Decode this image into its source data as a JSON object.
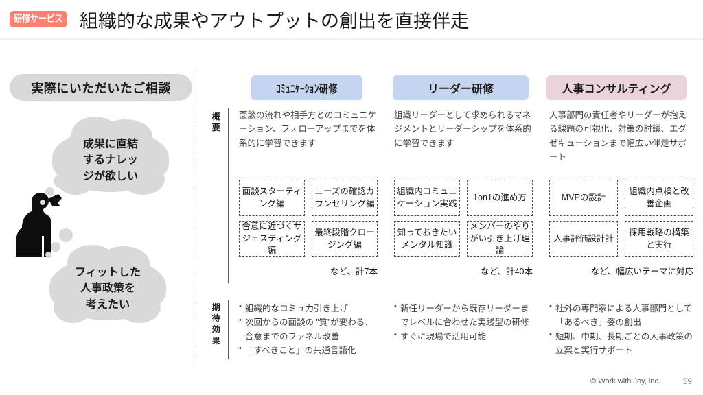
{
  "header": {
    "badge": "研修サービス",
    "title": "組織的な成果やアウトプットの創出を直接伴走",
    "badge_color": "#fa8072"
  },
  "left_panel": {
    "pill_label": "実際にいただいたご相談",
    "silhouette_icon": "thinking-person-silhouette",
    "bubbles": [
      {
        "line1": "成果に直結",
        "line2": "するナレッ",
        "line3": "ジが欲しい"
      },
      {
        "line1": "フィットした",
        "line2": "人事政策を",
        "line3": "考えたい"
      }
    ]
  },
  "table": {
    "row_labels": {
      "overview": "概要",
      "effect": "期待効果"
    },
    "columns": [
      {
        "header": "ｺﾐｭﾆｹｰｼｮﾝ研修",
        "header_color": "#c5d5ef",
        "overview": "面談の流れや相手方とのコミュニケーション、フォローアップまでを体系的に学習できます",
        "tiles": [
          "面談スターティング編",
          "ニーズの確認カウンセリング編",
          "合意に近づくサジェスティング編",
          "最終段階クロージング編"
        ],
        "tiles_note": "など、計7本",
        "effects": [
          "組織的なコミュ力引き上げ",
          "次回からの面談の ”質”が変わる、合意までのファネル改善",
          "「すべきこと」の共通言語化"
        ]
      },
      {
        "header": "リーダー研修",
        "header_color": "#c5d5ef",
        "overview": "組織リーダーとして求められるマネジメントとリーダーシップを体系的に学習できます",
        "tiles": [
          "組織内コミュニケーション実践",
          "1on1の進め方",
          "知っておきたいメンタル知識",
          "メンバーのやりがい引き上げ理論"
        ],
        "tiles_note": "など、計40本",
        "effects": [
          "新任リーダーから既存リーダーまでレベルに合わせた実践型の研修",
          "すぐに現場で活用可能"
        ]
      },
      {
        "header": "人事コンサルティング",
        "header_color": "#ebd3dc",
        "overview": "人事部門の責任者やリーダーが抱える課題の可視化、対策の討議、エグゼキューションまで幅広い伴走サポート",
        "tiles": [
          "MVPの設計",
          "組織内点検と改善企画",
          "人事評価設計計",
          "採用戦略の構築と実行"
        ],
        "tiles_note": "など、幅広いテーマに対応",
        "effects": [
          "社外の専門家による人事部門として「あるべき」姿の創出",
          "短期、中期、長期ごとの人事政策の立案と実行サポート"
        ]
      }
    ]
  },
  "footer": {
    "copyright": "© Work with Joy, inc.",
    "page_number": "59"
  }
}
